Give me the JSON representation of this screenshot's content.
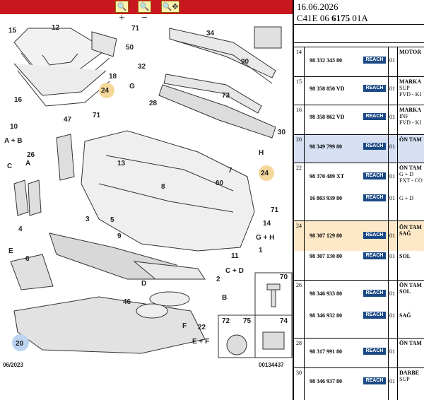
{
  "toolbar": {
    "zoom_in": "🔍+",
    "zoom_out": "🔍−",
    "fit": "🔍✥"
  },
  "diagram": {
    "callouts": [
      "15",
      "12",
      "71",
      "34",
      "50",
      "90",
      "18",
      "32",
      "73",
      "24",
      "16",
      "G",
      "28",
      "47",
      "71",
      "10",
      "A + B",
      "30",
      "26",
      "C",
      "A",
      "13",
      "H",
      "7",
      "24",
      "8",
      "60",
      "71",
      "3",
      "5",
      "14",
      "G + H",
      "9",
      "4",
      "1",
      "11",
      "C + D",
      "6",
      "E",
      "70",
      "2",
      "D",
      "B",
      "46",
      "72",
      "75",
      "74",
      "22",
      "E + F",
      "F",
      "20"
    ],
    "footer_left": "06/2023",
    "footer_right": "00134437",
    "colors": {
      "highlight_24": "#f4d79a",
      "highlight_20": "#bcd3f2"
    }
  },
  "header": {
    "date": "16.06.2026",
    "code_prefix": "C41E 06",
    "code_bold": "6175",
    "code_suffix": "01A"
  },
  "rows": [
    {
      "idx": "14",
      "parts": [
        {
          "pn": "98 332 343 80",
          "qty": "01"
        }
      ],
      "desc": [
        "MOTOR"
      ]
    },
    {
      "idx": "15",
      "parts": [
        {
          "pn": "98 358 850 VD",
          "qty": "01"
        }
      ],
      "desc": [
        "MARKA",
        "SUP",
        "FVD - KI"
      ]
    },
    {
      "idx": "16",
      "parts": [
        {
          "pn": "98 358 862 VD",
          "qty": "01"
        }
      ],
      "desc": [
        "MARKA",
        "INF",
        "FVD - KI"
      ]
    },
    {
      "idx": "20",
      "parts": [
        {
          "pn": "98 349 799 80",
          "qty": "01"
        }
      ],
      "desc": [
        "ÖN TAM"
      ]
    },
    {
      "idx": "22",
      "parts": [
        {
          "pn": "98 370 489 XT",
          "qty": "01"
        },
        {
          "pn": "16 803 939 80",
          "qty": "01"
        }
      ],
      "desc": [
        "ÖN TAM",
        "G + D",
        "FXT - CO"
      ],
      "desc2": [
        "G + D"
      ]
    },
    {
      "idx": "24",
      "parts": [
        {
          "pn": "98 307 129 80",
          "qty": "01"
        },
        {
          "pn": "98 307 130 80",
          "qty": "01"
        }
      ],
      "desc": [
        "ÖN TAM",
        "SAĞ"
      ],
      "desc2": [
        "SOL"
      ]
    },
    {
      "idx": "26",
      "parts": [
        {
          "pn": "98 346 933 80",
          "qty": "01"
        },
        {
          "pn": "98 346 932 80",
          "qty": "01"
        }
      ],
      "desc": [
        "ÖN TAM",
        "SOL"
      ],
      "desc2": [
        "SAĞ"
      ]
    },
    {
      "idx": "28",
      "parts": [
        {
          "pn": "98 317 991 80",
          "qty": "01"
        }
      ],
      "desc": [
        "ÖN TAM"
      ]
    },
    {
      "idx": "30",
      "parts": [
        {
          "pn": "98 346 937 80",
          "qty": "01"
        }
      ],
      "desc": [
        "DARBE",
        "SUP"
      ]
    }
  ],
  "reach_label": "REACH",
  "colors": {
    "toolbar": "#c8171e",
    "reach_badge": "#1c4a86",
    "row_selected": "#d7e0f3",
    "row_selected_24": "#fde9c8"
  }
}
